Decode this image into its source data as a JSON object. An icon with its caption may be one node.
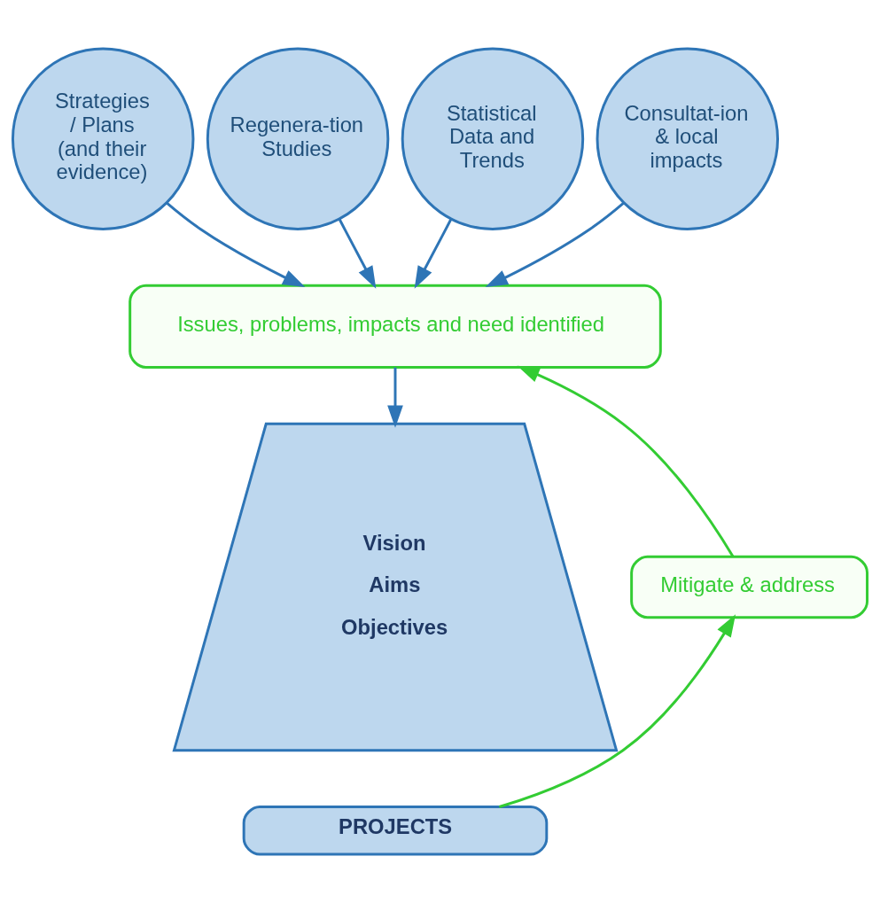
{
  "diagram": {
    "nodes": [
      {
        "text": [
          "Strategies / Plans (and their evidence)"
        ]
      },
      {
        "text": [
          "Regenera-tion Studies"
        ]
      },
      {
        "text": [
          "Statistical Data and Trends"
        ]
      },
      {
        "text": [
          "Consultat-ion & local impacts"
        ]
      },
      {
        "text": [
          "Issues, problems, impacts and need identified"
        ]
      },
      {
        "text": [
          "Vision",
          "Aims",
          "Objectives"
        ]
      },
      {
        "text": [
          "PROJECTS"
        ]
      },
      {
        "text": [
          "Mitigate & address"
        ]
      }
    ],
    "edges": [
      {
        "from": 0,
        "to": 4,
        "arrow": "to"
      },
      {
        "from": 1,
        "to": 4,
        "arrow": "to"
      },
      {
        "from": 2,
        "to": 4,
        "arrow": "to"
      },
      {
        "from": 3,
        "to": 4,
        "arrow": "to"
      },
      {
        "from": 4,
        "to": 5,
        "arrow": "to"
      },
      {
        "from": 6,
        "to": 7,
        "arrow": "to",
        "color": "#33cc33"
      },
      {
        "from": 7,
        "to": 4,
        "arrow": "to",
        "color": "#33cc33"
      }
    ]
  }
}
